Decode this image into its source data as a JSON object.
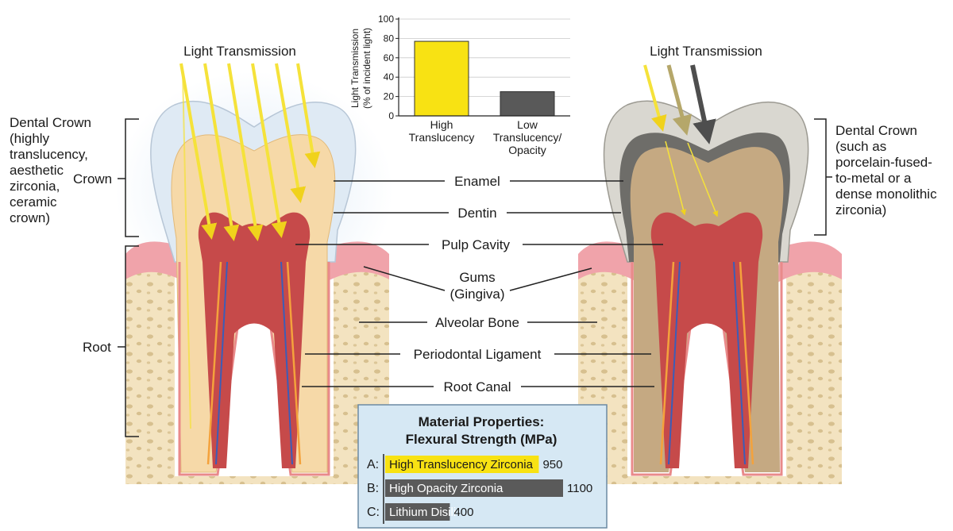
{
  "diagram": {
    "left_light_label": "Light Transmission",
    "right_light_label": "Light Transmission",
    "left_crown_desc": [
      "Dental Crown",
      "(highly",
      "translucency,",
      "aesthetic",
      "zirconia,",
      "ceramic",
      "crown)"
    ],
    "right_crown_desc": [
      "Dental Crown",
      "(such as",
      "porcelain-fused-",
      "to-metal or a",
      "dense monolithic",
      "zirconia)"
    ],
    "crown_bracket_label": "Crown",
    "root_bracket_label": "Root",
    "structures": [
      {
        "id": "enamel",
        "lines": [
          "Enamel"
        ]
      },
      {
        "id": "dentin",
        "lines": [
          "Dentin"
        ]
      },
      {
        "id": "pulp",
        "lines": [
          "Pulp Cavity"
        ]
      },
      {
        "id": "gums",
        "lines": [
          "Gums",
          "(Gingiva)"
        ]
      },
      {
        "id": "bone",
        "lines": [
          "Alveolar Bone"
        ]
      },
      {
        "id": "ligament",
        "lines": [
          "Periodontal Ligament"
        ]
      },
      {
        "id": "canal",
        "lines": [
          "Root Canal"
        ]
      }
    ],
    "colors": {
      "light_ray": "#f5e23a",
      "enamel_translucent": "#dfeaf4",
      "enamel_opaque": "#cfcdc6",
      "dentin": "#f6d9a8",
      "pulp": "#c64a4a",
      "gum": "#f0a3aa",
      "bone": "#f3e3c0",
      "ligament": "#e98a8a"
    }
  },
  "chart_data": {
    "type": "bar",
    "categories": [
      [
        "High",
        "Translucency"
      ],
      [
        "Low",
        "Translucency/",
        "Opacity"
      ]
    ],
    "values": [
      77,
      25
    ],
    "colors": [
      "#f8e213",
      "#595959"
    ],
    "ylabel_lines": [
      "Light Transmission",
      "(% of incident light)"
    ],
    "ylim": [
      0,
      100
    ],
    "yticks": [
      0,
      20,
      40,
      60,
      80,
      100
    ],
    "grid": true
  },
  "materials": {
    "title_lines": [
      "Material Properties:",
      "Flexural Strength (MPa)"
    ],
    "max_value": 1100,
    "items": [
      {
        "letter": "A:",
        "label": "High Translucency Zirconia",
        "value": 950,
        "display": "950",
        "color": "#f8e213",
        "text_color": "#1a1a1a"
      },
      {
        "letter": "B:",
        "label": "High Opacity Zirconia",
        "value": 1100,
        "display": "1100",
        "color": "#5a5a5a",
        "text_color": "#ffffff"
      },
      {
        "letter": "C:",
        "label": "Lithium Disili",
        "value": 400,
        "display": "400",
        "color": "#5a5a5a",
        "text_color": "#ffffff"
      }
    ]
  }
}
